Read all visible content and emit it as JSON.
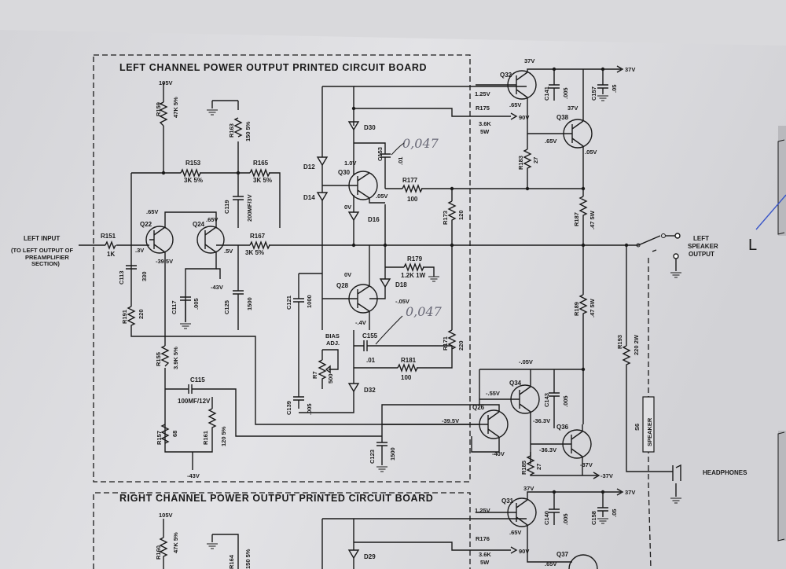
{
  "titles": {
    "left_board": "LEFT CHANNEL POWER OUTPUT PRINTED CIRCUIT BOARD",
    "right_board": "RIGHT CHANNEL POWER OUTPUT PRINTED CIRCUIT BOARD"
  },
  "input": {
    "label": "LEFT INPUT",
    "note_1": "(TO LEFT OUTPUT OF",
    "note_2": "PREAMPLIFIER",
    "note_3": "SECTION)"
  },
  "outputs": {
    "speaker_1": "LEFT",
    "speaker_2": "SPEAKER",
    "speaker_3": "OUTPUT",
    "headphones": "HEADPHONES",
    "switch": "S6",
    "switch_label": "SPEAKER"
  },
  "handwritten": {
    "c153": "0,047",
    "c155": "0,047",
    "side_mark": "L"
  },
  "components": {
    "R159": "R159",
    "R159_val": "47K 5%",
    "R163": "R163",
    "R163_val": "150 5%",
    "R153": "R153",
    "R153_val": "3K 5%",
    "R165": "R165",
    "R165_val": "3K 5%",
    "R167": "R167",
    "R167_val": "3K 5%",
    "R151": "R151",
    "R151_val": "1K",
    "R191": "R191",
    "R191_val": "220",
    "R155": "R155",
    "R155_val": "3.9K 5%",
    "R157": "R157",
    "R157_val": "68",
    "R161": "R161",
    "R161_val": "120 5%",
    "R175": "R175",
    "R175_val": "3.6K",
    "R175_w": "5W",
    "R177": "R177",
    "R177_val": "100",
    "R173": "R173",
    "R173_val": "120",
    "R179": "R179",
    "R179_val": "1.2K 1W",
    "R171": "R171",
    "R171_val": "220",
    "R181": "R181",
    "R181_val": "100",
    "R183": "R183",
    "R183_val": "27",
    "R187": "R187",
    "R187_val": ".47 5W",
    "R189": "R189",
    "R189_val": ".47 5W",
    "R193": "R193",
    "R193_val": "220 2W",
    "R185": "R185",
    "R185_val": "27",
    "R7": "R7",
    "R7_val": "500",
    "bias_1": "BIAS",
    "bias_2": "ADJ.",
    "C119": "C119",
    "C119_val": "200MF/3V",
    "C113": "C113",
    "C113_val": "330",
    "C117": "C117",
    "C117_val": ".005",
    "C125": "C125",
    "C125_val": "1500",
    "C121": "C121",
    "C121_val": "1000",
    "C153": "C153",
    "C153_val": ".01",
    "C155": "C155",
    "C155_val": ".01",
    "C115": "C115",
    "C115_val": "100MF/12V",
    "C139": "C139",
    "C139_val": ".005",
    "C123": "C123",
    "C123_val": "1500",
    "C141": "C141",
    "C141_val": ".005",
    "C157": "C157",
    "C157_val": ".05",
    "C143": "C143",
    "C143_val": ".005",
    "Q22": "Q22",
    "Q24": "Q24",
    "Q30": "Q30",
    "Q28": "Q28",
    "Q32": "Q32",
    "Q38": "Q38",
    "Q34": "Q34",
    "Q26": "Q26",
    "Q36": "Q36",
    "D30": "D30",
    "D12": "D12",
    "D14": "D14",
    "D16": "D16",
    "D18": "D18",
    "D32": "D32"
  },
  "voltages": {
    "v105": "105V",
    "v65a": ".65V",
    "v65b": ".65V",
    "v3": ".3V",
    "v395a": "-39.5V",
    "v5": ".5V",
    "v43a": "-43V",
    "v43b": "-43V",
    "v10": "1.0V",
    "v0a": "0V",
    "v05a": ".05V",
    "v0b": "0V",
    "v05b": "-.05V",
    "v4": "-.4V",
    "v37a": "37V",
    "v37b": "37V",
    "v37c": "37V",
    "v125": "1.25V",
    "v65c": ".65V",
    "v65d": ".65V",
    "v90": "90V",
    "v05c": ".05V",
    "v05d": "-.05V",
    "v55": "-.55V",
    "v363a": "-36.3V",
    "v363b": "-36.3V",
    "v395b": "-39.5V",
    "v40": "-40V",
    "v37d": "-37V",
    "v37e": "-37V"
  },
  "right_board": {
    "v105": "105V",
    "R160": "R160",
    "R160_val": "47K 5%",
    "R164": "R164",
    "R164_val": "150 5%",
    "Q31": "Q31",
    "Q37": "Q37",
    "v37a": "37V",
    "v37b": "37V",
    "v125": "1.25V",
    "v65a": ".65V",
    "v65b": ".65V",
    "R176": "R176",
    "R176_val": "3.6K",
    "R176_w": "5W",
    "v90": "90V",
    "C140": "C140",
    "C140_val": ".005",
    "C158": "C158",
    "C158_val": ".05",
    "D29": "D29"
  }
}
